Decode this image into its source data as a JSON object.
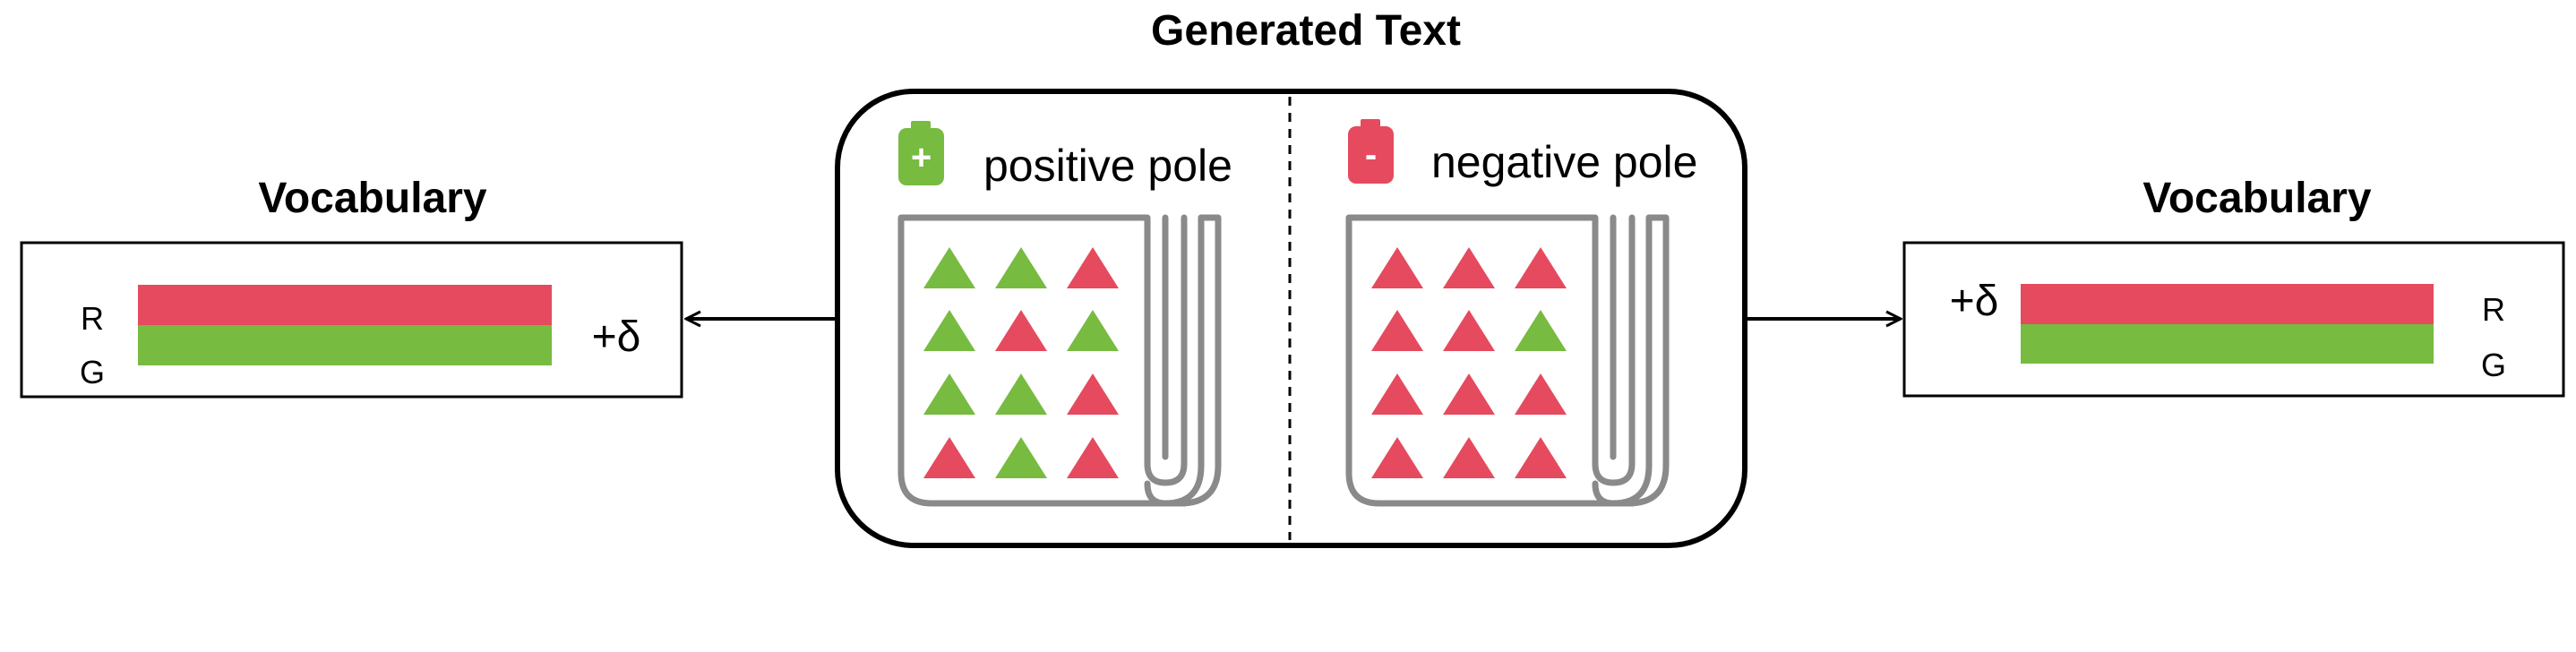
{
  "title": "Generated Text",
  "colors": {
    "red": "#e54a5e",
    "green": "#77bb41",
    "outline": "#8a8a8a",
    "stroke": "#000000"
  },
  "left_vocab": {
    "heading": "Vocabulary",
    "r_label": "R",
    "g_label": "G",
    "delta": "+δ"
  },
  "right_vocab": {
    "heading": "Vocabulary",
    "r_label": "R",
    "g_label": "G",
    "delta": "+δ"
  },
  "positive": {
    "label": "positive pole",
    "icon_name": "battery-plus-icon",
    "icon_symbol": "+",
    "grid": [
      [
        "green",
        "green",
        "red"
      ],
      [
        "green",
        "red",
        "green"
      ],
      [
        "green",
        "green",
        "red"
      ],
      [
        "red",
        "green",
        "red"
      ]
    ]
  },
  "negative": {
    "label": "negative pole",
    "icon_name": "battery-minus-icon",
    "icon_symbol": "-",
    "grid": [
      [
        "red",
        "red",
        "red"
      ],
      [
        "red",
        "red",
        "green"
      ],
      [
        "red",
        "red",
        "red"
      ],
      [
        "red",
        "red",
        "red"
      ]
    ]
  }
}
